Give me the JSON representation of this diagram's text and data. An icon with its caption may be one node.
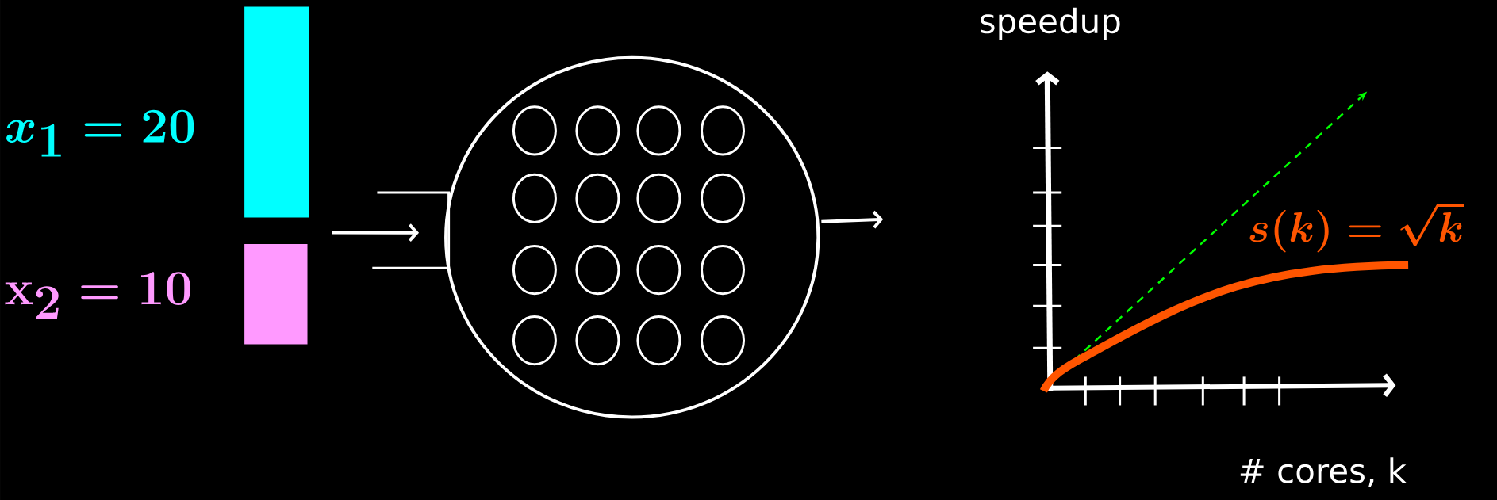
{
  "diagram": {
    "nodes": [
      {
        "text": [],
        "shape": "bar"
      },
      {
        "text": [],
        "shape": "bar"
      },
      {
        "text": [],
        "shape": "circle"
      },
      {
        "text": [],
        "shape": "circle",
        "in": 2
      },
      {
        "text": [],
        "shape": "circle",
        "in": 2
      },
      {
        "text": [],
        "shape": "circle",
        "in": 2
      },
      {
        "text": [],
        "shape": "circle",
        "in": 2
      },
      {
        "text": [],
        "shape": "circle",
        "in": 2
      },
      {
        "text": [],
        "shape": "circle",
        "in": 2
      },
      {
        "text": [],
        "shape": "circle",
        "in": 2
      },
      {
        "text": [],
        "shape": "circle",
        "in": 2
      },
      {
        "text": [],
        "shape": "circle",
        "in": 2
      },
      {
        "text": [],
        "shape": "circle",
        "in": 2
      },
      {
        "text": [],
        "shape": "circle",
        "in": 2
      },
      {
        "text": [],
        "shape": "circle",
        "in": 2
      },
      {
        "text": [],
        "shape": "circle",
        "in": 2
      },
      {
        "text": [],
        "shape": "circle",
        "in": 2
      },
      {
        "text": [],
        "shape": "circle",
        "in": 2
      },
      {
        "text": [],
        "shape": "circle",
        "in": 2
      }
    ],
    "edges": [
      {
        "from": null,
        "to": 2,
        "arrow": "to"
      },
      {
        "from": 2,
        "to": null,
        "arrow": "to"
      }
    ],
    "labels": [
      "x_1 = 20",
      "\\mathbf{x}_2 = 10",
      "speedup",
      "s(k) = \\sqrt{k}",
      "# cores, k"
    ]
  }
}
